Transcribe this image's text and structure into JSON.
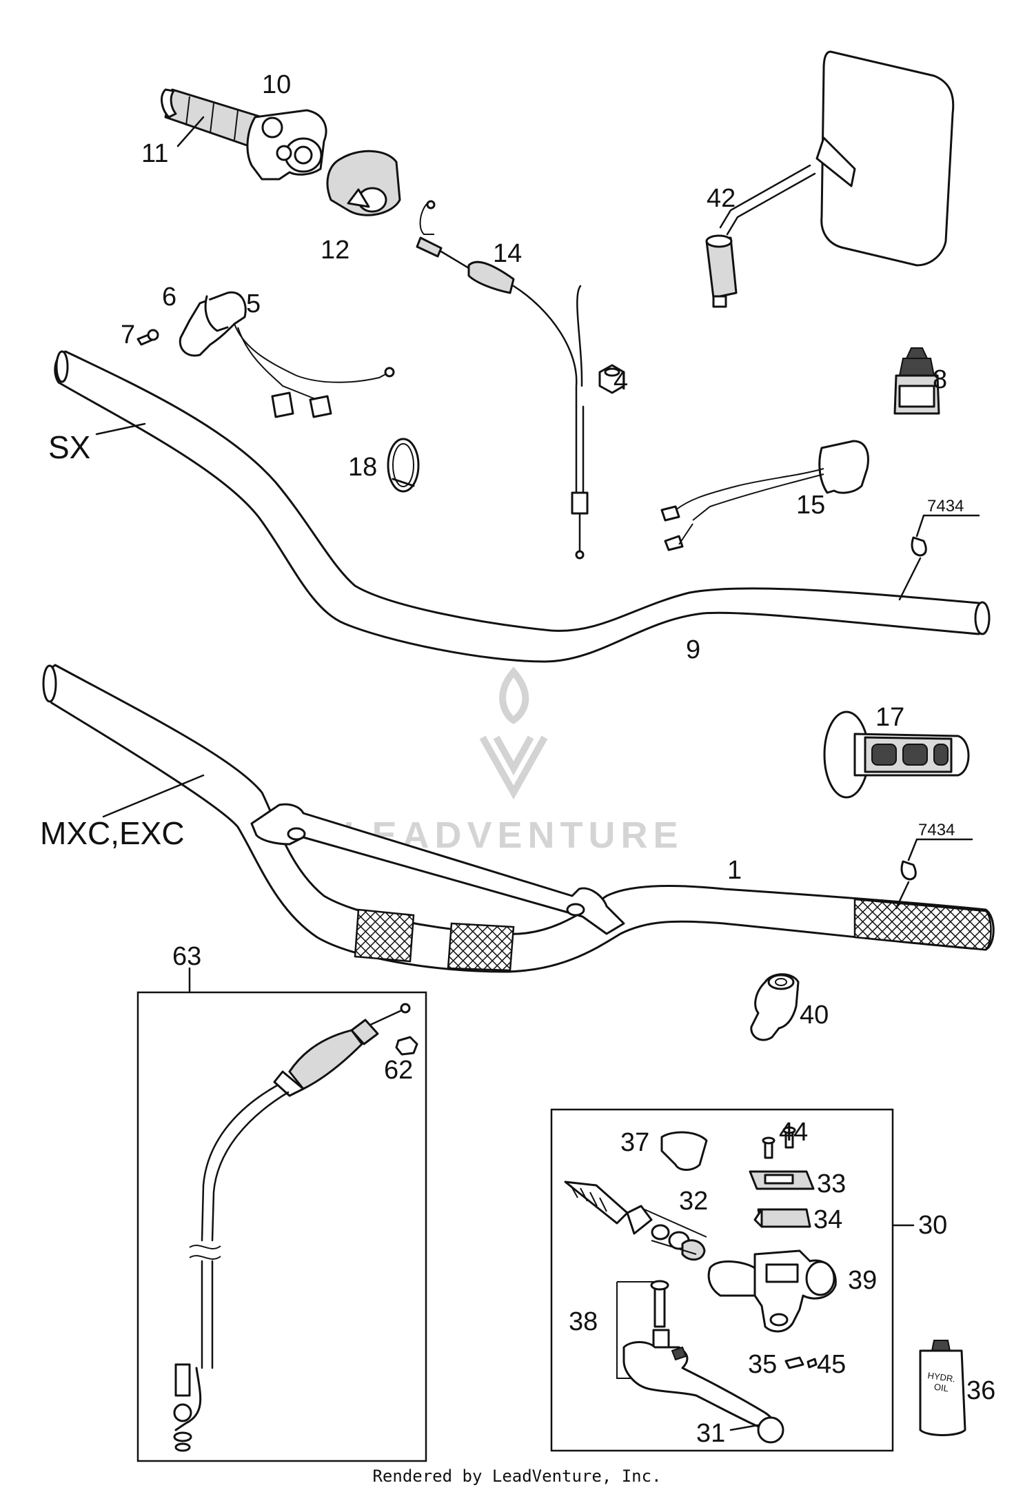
{
  "labels": {
    "p1": "1",
    "p4": "4",
    "p5": "5",
    "p6": "6",
    "p7": "7",
    "p8": "8",
    "p9": "9",
    "p10": "10",
    "p11": "11",
    "p12": "12",
    "p14": "14",
    "p15": "15",
    "p17": "17",
    "p18": "18",
    "p30": "30",
    "p31": "31",
    "p32": "32",
    "p33": "33",
    "p34": "34",
    "p35": "35",
    "p36": "36",
    "p37": "37",
    "p38": "38",
    "p39": "39",
    "p40": "40",
    "p42": "42",
    "p44": "44",
    "p45": "45",
    "p62": "62",
    "p63": "63",
    "ref_top": "7434",
    "ref_bottom": "7434"
  },
  "variants": {
    "sx": "SX",
    "mxc_exc": "MXC,EXC"
  },
  "bottle_text": "HYDR.\nOIL",
  "watermark": "LEADVENTURE",
  "footer": "Rendered by LeadVenture, Inc."
}
